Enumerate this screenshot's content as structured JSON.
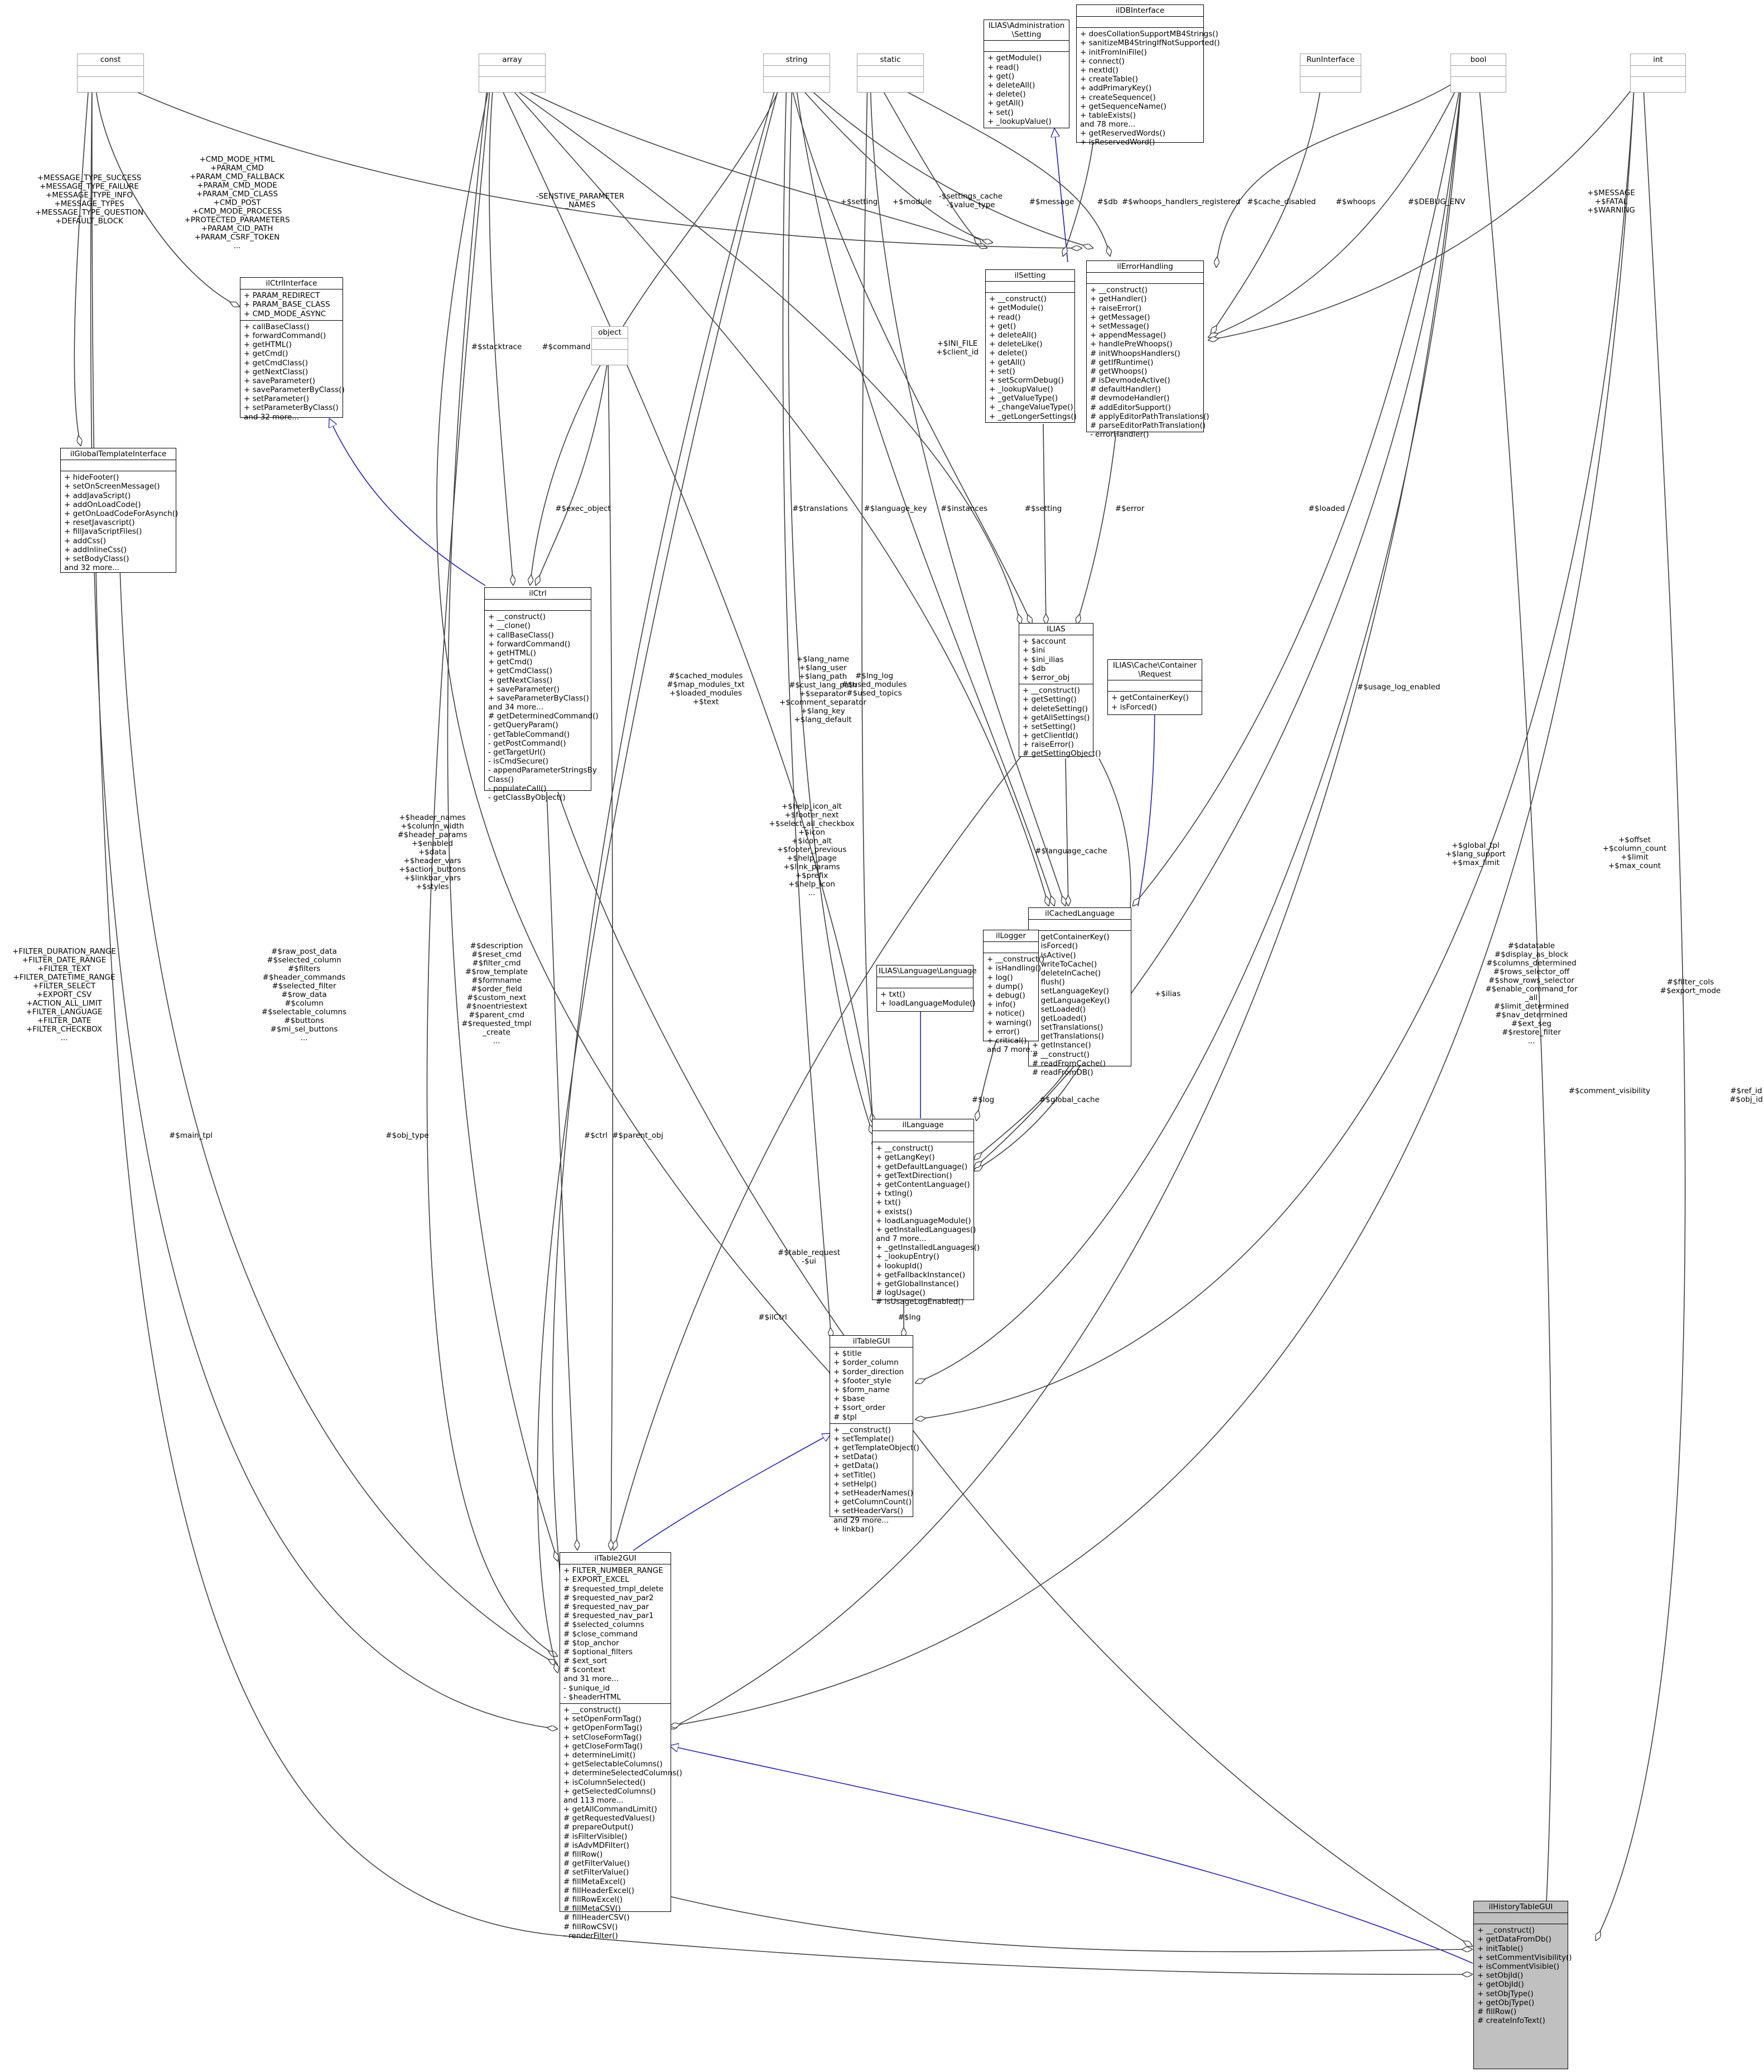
{
  "classes": {
    "const": {
      "title": "const",
      "attrs": [],
      "ops": []
    },
    "array": {
      "title": "array",
      "attrs": [],
      "ops": []
    },
    "string": {
      "title": "string",
      "attrs": [],
      "ops": []
    },
    "static": {
      "title": "static",
      "attrs": [],
      "ops": []
    },
    "admin_setting": {
      "title": "ILIAS\\Administration\n\\Setting",
      "attrs": [],
      "ops": [
        "+ getModule()",
        "+ read()",
        "+ get()",
        "+ deleteAll()",
        "+ delete()",
        "+ getAll()",
        "+ set()",
        "+ _lookupValue()"
      ]
    },
    "ildbinterface": {
      "title": "ilDBInterface",
      "attrs": [],
      "ops": [
        "+ doesCollationSupportMB4Strings()",
        "+ sanitizeMB4StringIfNotSupported()",
        "+ initFromIniFile()",
        "+ connect()",
        "+ nextId()",
        "+ createTable()",
        "+ addPrimaryKey()",
        "+ createSequence()",
        "+ getSequenceName()",
        "+ tableExists()",
        "and 78 more...",
        "+ getReservedWords()",
        "+ isReservedWord()"
      ]
    },
    "runinterface": {
      "title": "RunInterface",
      "attrs": [],
      "ops": []
    },
    "bool": {
      "title": "bool",
      "attrs": [],
      "ops": []
    },
    "int": {
      "title": "int",
      "attrs": [],
      "ops": []
    },
    "ilctrlinterface": {
      "title": "ilCtrlInterface",
      "attrs": [
        "+ PARAM_REDIRECT",
        "+ PARAM_BASE_CLASS",
        "+ CMD_MODE_ASYNC"
      ],
      "ops": [
        "+ callBaseClass()",
        "+ forwardCommand()",
        "+ getHTML()",
        "+ getCmd()",
        "+ getCmdClass()",
        "+ getNextClass()",
        "+ saveParameter()",
        "+ saveParameterByClass()",
        "+ setParameter()",
        "+ setParameterByClass()",
        "and 32 more..."
      ]
    },
    "object": {
      "title": "object",
      "attrs": [],
      "ops": []
    },
    "ilsetting": {
      "title": "ilSetting",
      "attrs": [],
      "ops": [
        "+ __construct()",
        "+ getModule()",
        "+ read()",
        "+ get()",
        "+ deleteAll()",
        "+ deleteLike()",
        "+ delete()",
        "+ getAll()",
        "+ set()",
        "+ setScormDebug()",
        "+ _lookupValue()",
        "+ _getValueType()",
        "+ _changeValueType()",
        "+ _getLongerSettings()"
      ]
    },
    "ilerrorhandling": {
      "title": "ilErrorHandling",
      "attrs": [],
      "ops": [
        "+ __construct()",
        "+ getHandler()",
        "+ raiseError()",
        "+ getMessage()",
        "+ setMessage()",
        "+ appendMessage()",
        "+ handlePreWhoops()",
        "# initWhoopsHandlers()",
        "# getIfRuntime()",
        "# getWhoops()",
        "# isDevmodeActive()",
        "# defaultHandler()",
        "# devmodeHandler()",
        "# addEditorSupport()",
        "# applyEditorPathTranslations()",
        "# parseEditorPathTranslation()",
        "- errorHandler()"
      ]
    },
    "ilglobaltemplate": {
      "title": "ilGlobalTemplateInterface",
      "attrs": [],
      "ops": [
        "+ hideFooter()",
        "+ setOnScreenMessage()",
        "+ addJavaScript()",
        "+ addOnLoadCode()",
        "+ getOnLoadCodeForAsynch()",
        "+ resetJavascript()",
        "+ fillJavaScriptFiles()",
        "+ addCss()",
        "+ addInlineCss()",
        "+ setBodyClass()",
        "and 32 more..."
      ]
    },
    "ilctrl": {
      "title": "ilCtrl",
      "attrs": [],
      "ops": [
        "+ __construct()",
        "+ __clone()",
        "+ callBaseClass()",
        "+ forwardCommand()",
        "+ getHTML()",
        "+ getCmd()",
        "+ getCmdClass()",
        "+ getNextClass()",
        "+ saveParameter()",
        "+ saveParameterByClass()",
        "and 34 more...",
        "# getDeterminedCommand()",
        "- getQueryParam()",
        "- getTableCommand()",
        "- getPostCommand()",
        "- getTargetUrl()",
        "- isCmdSecure()",
        "- appendParameterStringsBy",
        "Class()",
        "- populateCall()",
        "- getClassByObject()"
      ]
    },
    "ilias": {
      "title": "ILIAS",
      "attrs": [
        "+ $account",
        "+ $ini",
        "+ $ini_ilias",
        "+ $db",
        "+ $error_obj"
      ],
      "ops": [
        "+ __construct()",
        "+ getSetting()",
        "+ deleteSetting()",
        "+ getAllSettings()",
        "+ setSetting()",
        "+ getClientId()",
        "+ raiseError()",
        "# getSettingObject()"
      ]
    },
    "cache_request": {
      "title": "ILIAS\\Cache\\Container\n\\Request",
      "attrs": [],
      "ops": [
        "+ getContainerKey()",
        "+ isForced()"
      ]
    },
    "ilcachedlanguage": {
      "title": "ilCachedLanguage",
      "attrs": [],
      "ops": [
        "+ getContainerKey()",
        "+ isForced()",
        "+ isActive()",
        "+ writeToCache()",
        "+ deleteInCache()",
        "+ flush()",
        "+ setLanguageKey()",
        "+ getLanguageKey()",
        "+ setLoaded()",
        "+ getLoaded()",
        "+ setTranslations()",
        "+ getTranslations()",
        "+ getInstance()",
        "# __construct()",
        "# readFromCache()",
        "# readFromDB()"
      ]
    },
    "illogger": {
      "title": "ilLogger",
      "attrs": [],
      "ops": [
        "+ __construct()",
        "+ isHandling()",
        "+ log()",
        "+ dump()",
        "+ debug()",
        "+ info()",
        "+ notice()",
        "+ warning()",
        "+ error()",
        "+ critical()",
        "and 7 more..."
      ]
    },
    "langlang": {
      "title": "ILIAS\\Language\\Language",
      "attrs": [],
      "ops": [
        "+ txt()",
        "+ loadLanguageModule()"
      ]
    },
    "illanguage": {
      "title": "ilLanguage",
      "attrs": [],
      "ops": [
        "+ __construct()",
        "+ getLangKey()",
        "+ getDefaultLanguage()",
        "+ getTextDirection()",
        "+ getContentLanguage()",
        "+ txtlng()",
        "+ txt()",
        "+ exists()",
        "+ loadLanguageModule()",
        "+ getInstalledLanguages()",
        "and 7 more...",
        "+ _getInstalledLanguages()",
        "+ _lookupEntry()",
        "+ lookupId()",
        "+ getFallbackInstance()",
        "+ getGlobalInstance()",
        "# logUsage()",
        "# isUsageLogEnabled()"
      ]
    },
    "iltablegui": {
      "title": "ilTableGUI",
      "attrs": [
        "+ $title",
        "+ $order_column",
        "+ $order_direction",
        "+ $footer_style",
        "+ $form_name",
        "+ $base",
        "+ $sort_order",
        "# $tpl"
      ],
      "ops": [
        "+ __construct()",
        "+ setTemplate()",
        "+ getTemplateObject()",
        "+ setData()",
        "+ getData()",
        "+ setTitle()",
        "+ setHelp()",
        "+ setHeaderNames()",
        "+ getColumnCount()",
        "+ setHeaderVars()",
        "and 29 more...",
        "+ linkbar()"
      ]
    },
    "iltable2gui": {
      "title": "ilTable2GUI",
      "attrs": [
        "+ FILTER_NUMBER_RANGE",
        "+ EXPORT_EXCEL",
        "# $requested_tmpl_delete",
        "# $requested_nav_par2",
        "# $requested_nav_par",
        "# $requested_nav_par1",
        "# $selected_columns",
        "# $close_command",
        "# $top_anchor",
        "# $optional_filters",
        "# $ext_sort",
        "# $context",
        "and 31 more...",
        "- $unique_id",
        "- $headerHTML"
      ],
      "ops": [
        "+ __construct()",
        "+ setOpenFormTag()",
        "+ getOpenFormTag()",
        "+ setCloseFormTag()",
        "+ getCloseFormTag()",
        "+ determineLimit()",
        "+ getSelectableColumns()",
        "+ determineSelectedColumns()",
        "+ isColumnSelected()",
        "+ getSelectedColumns()",
        "and 113 more...",
        "+ getAllCommandLimit()",
        "# getRequestedValues()",
        "# prepareOutput()",
        "# isFilterVisible()",
        "# isAdvMDFilter()",
        "# fillRow()",
        "# getFilterValue()",
        "# setFilterValue()",
        "# fillMetaExcel()",
        "# fillHeaderExcel()",
        "# fillRowExcel()",
        "# fillMetaCSV()",
        "# fillHeaderCSV()",
        "# fillRowCSV()",
        "- renderFilter()"
      ]
    },
    "ilhistorytablegui": {
      "title": "ilHistoryTableGUI",
      "attrs": [],
      "ops": [
        "+ __construct()",
        "+ getDataFromDb()",
        "+ initTable()",
        "+ setCommentVisibility()",
        "+ isCommentVisible()",
        "+ setObjId()",
        "+ getObjId()",
        "+ setObjType()",
        "+ getObjType()",
        "# fillRow()",
        "# createInfoText()"
      ]
    }
  },
  "edge_labels": {
    "sensitive_params": "-SENSTIVE_PARAMETER\n_NAMES",
    "ctrl_consts": "+CMD_MODE_HTML\n+PARAM_CMD\n+PARAM_CMD_FALLBACK\n+PARAM_CMD_MODE\n+PARAM_CMD_CLASS\n+CMD_POST\n+CMD_MODE_PROCESS\n+PROTECTED_PARAMETERS\n+PARAM_CID_PATH\n+PARAM_CSRF_TOKEN\n...",
    "message_types": "+MESSAGE_TYPE_SUCCESS\n+MESSAGE_TYPE_FAILURE\n+MESSAGE_TYPE_INFO\n+MESSAGE_TYPES\n+MESSAGE_TYPE_QUESTION\n+DEFAULT_BLOCK",
    "setting": "+$setting",
    "module": "+$module",
    "settings_cache": "-$settings_cache\n-$value_type",
    "message": "#$message",
    "db": "#$db",
    "whoops_handlers": "#$whoops_handlers_registered",
    "cache_disabled": "#$cache_disabled",
    "whoops": "#$whoops",
    "debug_env": "#$DEBUG_ENV",
    "fatal": "+$MESSAGE\n+$FATAL\n+$WARNING",
    "stacktrace": "#$stacktrace",
    "command": "#$command",
    "ini_file": "+$INI_FILE\n+$client_id",
    "exec_object": "#$exec_object",
    "translations": "#$translations",
    "language_key": "#$language_key",
    "instances": "#$instances",
    "setting2": "#$setting",
    "error": "#$error",
    "loaded": "#$loaded",
    "cached_modules": "#$cached_modules\n#$map_modules_txt\n+$loaded_modules\n+$text",
    "lang_name": "+$lang_name\n+$lang_user\n+$lang_path\n#$cust_lang_path\n+$separator\n+$comment_separator\n+$lang_key\n+$lang_default",
    "lng_log": "#$lng_log\n#$used_modules\n#$used_topics",
    "usage_log": "#$usage_log_enabled",
    "help_icon": "+$help_icon_alt\n+$footer_next\n+$select_all_checkbox\n+$icon\n+$icon_alt\n+$footer_previous\n+$help_page\n+$link_params\n+$prefix\n+$help_icon\n...",
    "language_cache": "#$language_cache",
    "global_tpl": "+$global_tpl\n+$lang_support\n+$max_limit",
    "offset": "+$offset\n+$column_count\n+$limit\n+$max_count",
    "header_names": "+$header_names\n+$column_width\n#$header_params\n+$enabled\n+$data\n+$header_vars\n+$action_buttons\n+$linkbar_vars\n+$styles",
    "description": "#$description\n#$reset_cmd\n#$filter_cmd\n#$row_template\n#$formname\n#$order_field\n#$custom_next\n#$noentriestext\n#$parent_cmd\n#$requested_tmpl\n_create\n...",
    "raw_post_data": "#$raw_post_data\n#$selected_column\n#$filters\n#$header_commands\n#$selected_filter\n#$row_data\n#$column\n#$selectable_columns\n#$buttons\n#$mi_sel_buttons\n...",
    "filter_duration": "+FILTER_DURATION_RANGE\n+FILTER_DATE_RANGE\n+FILTER_TEXT\n+FILTER_DATETIME_RANGE\n+FILTER_SELECT\n+EXPORT_CSV\n+ACTION_ALL_LIMIT\n+FILTER_LANGUAGE\n+FILTER_DATE\n+FILTER_CHECKBOX\n...",
    "main_tpl": "#$main_tpl",
    "obj_type": "#$obj_type",
    "ctrl": "#$ctrl",
    "parent_obj": "#$parent_obj",
    "table_request": "#$table_request\n-$ui",
    "lng": "#$lng",
    "log": "#$log",
    "global_cache": "#$global_cache",
    "ilias": "+$ilias",
    "datatable": "#$datatable\n#$display_as_block\n#$columns_determined\n#$rows_selector_off\n#$show_rows_selector\n#$enable_command_for\n_all\n#$limit_determined\n#$nav_determined\n#$ext_seg\n#$restore_filter\n...",
    "comment_visibility": "#$comment_visibility",
    "filter_cols": "#$filter_cols\n#$export_mode",
    "ref_id": "#$ref_id\n#$obj_id",
    "ilctrl_attr": "#$ilCtrl"
  }
}
